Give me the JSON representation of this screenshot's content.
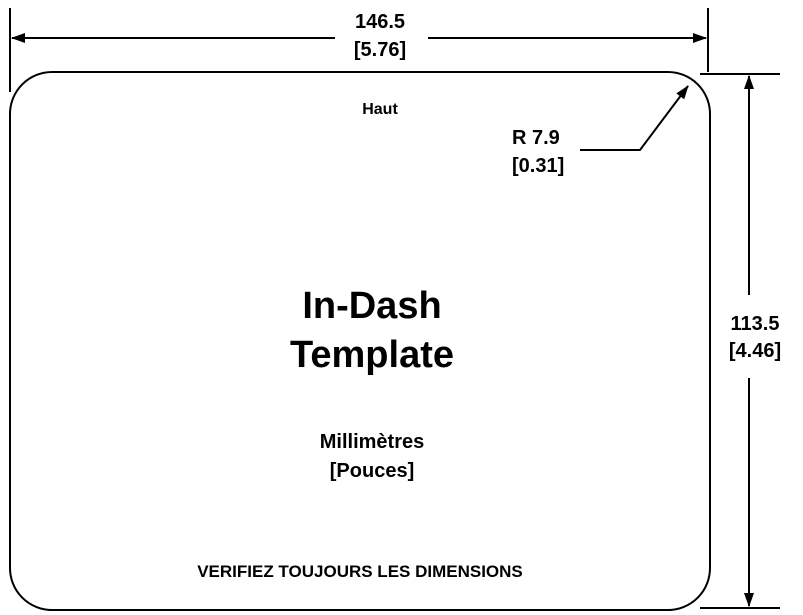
{
  "template": {
    "top_label": "Haut",
    "title_line1": "In-Dash",
    "title_line2": "Template",
    "units_primary": "Millimètres",
    "units_secondary": "[Pouces]",
    "warning": "VERIFIEZ TOUJOURS LES DIMENSIONS"
  },
  "dimensions": {
    "width_mm": "146.5",
    "width_in": "[5.76]",
    "height_mm": "113.5",
    "height_in": "[4.46]",
    "radius_mm": "R 7.9",
    "radius_in": "[0.31]"
  },
  "colors": {
    "line": "#000000",
    "background": "#ffffff"
  }
}
